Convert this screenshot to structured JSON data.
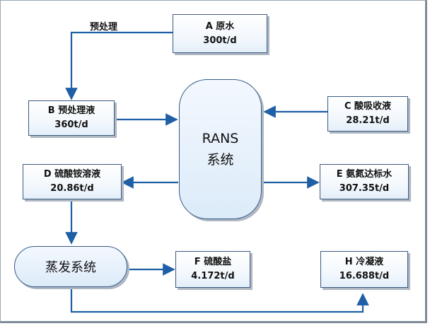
{
  "nodes": {
    "a": {
      "name": "A 原水",
      "value": "300t/d"
    },
    "b": {
      "name": "B 预处理液",
      "value": "360t/d"
    },
    "c": {
      "name": "C 酸吸收液",
      "value": "28.21t/d"
    },
    "d": {
      "name": "D 硫酸铵溶液",
      "value": "20.86t/d"
    },
    "e": {
      "name": "E 氨氮达标水",
      "value": "307.35t/d"
    },
    "f": {
      "name": "F 硫酸盐",
      "value": "4.172t/d"
    },
    "h": {
      "name": "H 冷凝液",
      "value": "16.688t/d"
    }
  },
  "rans": {
    "line1": "RANS",
    "line2": "系统"
  },
  "evap": {
    "label": "蒸发系统"
  },
  "edge_labels": {
    "pretreat": "预处理"
  },
  "colors": {
    "arrow": "#1f5fa6",
    "border": "#3d5a80"
  }
}
